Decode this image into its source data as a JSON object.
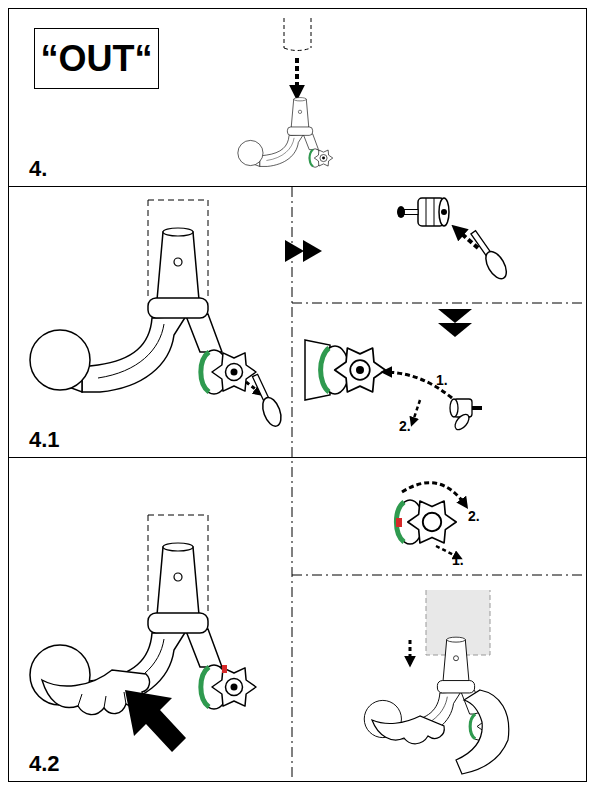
{
  "diagram": {
    "nodes": [
      {
        "text": [
          "4."
        ]
      },
      {
        "text": [
          "“OUT“"
        ],
        "in": 0
      },
      {
        "text": [
          "4.1"
        ]
      },
      {
        "text": [
          "4.2"
        ]
      }
    ],
    "labels": [
      "1.",
      "2.",
      "2.",
      "1."
    ]
  }
}
